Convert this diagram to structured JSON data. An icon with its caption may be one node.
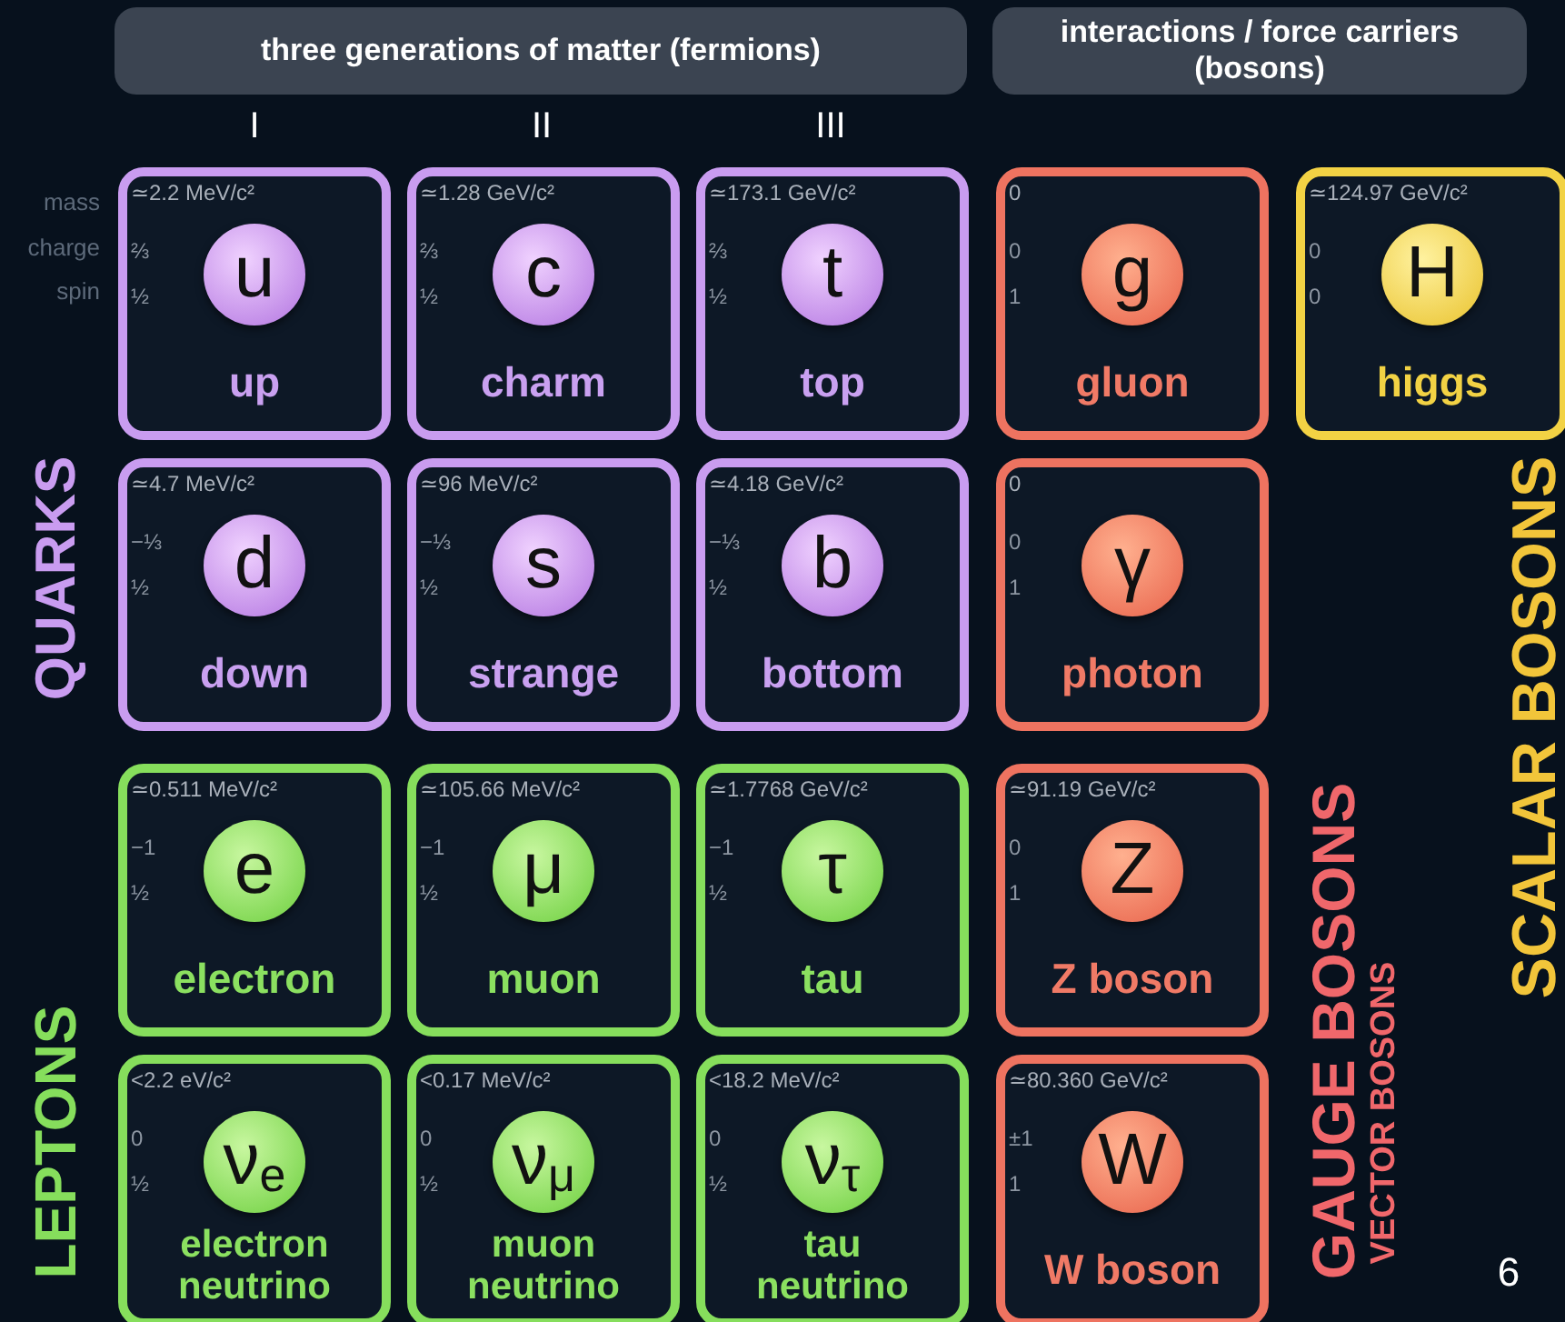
{
  "diagram": {
    "nodes": [
      {
        "text": [
          "three generations of matter (fermions)"
        ]
      },
      {
        "text": [
          "interactions / force carriers (bosons)"
        ]
      },
      {
        "text": [
          "≃2.2 MeV/c²",
          "⅔",
          "½",
          "u",
          "up"
        ]
      },
      {
        "text": [
          "≃1.28 GeV/c²",
          "⅔",
          "½",
          "c",
          "charm"
        ]
      },
      {
        "text": [
          "≃173.1 GeV/c²",
          "⅔",
          "½",
          "t",
          "top"
        ]
      },
      {
        "text": [
          "0",
          "0",
          "1",
          "g",
          "gluon"
        ]
      },
      {
        "text": [
          "≃124.97 GeV/c²",
          "0",
          "0",
          "H",
          "higgs"
        ]
      },
      {
        "text": [
          "≃4.7 MeV/c²",
          "−⅓",
          "½",
          "d",
          "down"
        ]
      },
      {
        "text": [
          "≃96 MeV/c²",
          "−⅓",
          "½",
          "s",
          "strange"
        ]
      },
      {
        "text": [
          "≃4.18 GeV/c²",
          "−⅓",
          "½",
          "b",
          "bottom"
        ]
      },
      {
        "text": [
          "0",
          "0",
          "1",
          "γ",
          "photon"
        ]
      },
      {
        "text": [
          "≃0.511 MeV/c²",
          "−1",
          "½",
          "e",
          "electron"
        ]
      },
      {
        "text": [
          "≃105.66 MeV/c²",
          "−1",
          "½",
          "μ",
          "muon"
        ]
      },
      {
        "text": [
          "≃1.7768 GeV/c²",
          "−1",
          "½",
          "τ",
          "tau"
        ]
      },
      {
        "text": [
          "≃91.19 GeV/c²",
          "0",
          "1",
          "Z",
          "Z boson"
        ]
      },
      {
        "text": [
          "<2.2 eV/c²",
          "0",
          "½",
          "ν$_{e}$",
          "electron neutrino"
        ]
      },
      {
        "text": [
          "<0.17 MeV/c²",
          "0",
          "½",
          "ν$_{μ}$",
          "muon neutrino"
        ]
      },
      {
        "text": [
          "<18.2 MeV/c²",
          "0",
          "½",
          "ν$_{τ}$",
          "tau neutrino"
        ]
      },
      {
        "text": [
          "≃80.360 GeV/c²",
          "±1",
          "1",
          "W",
          "W boson"
        ]
      }
    ],
    "labels": [
      "I",
      "II",
      "III",
      "mass",
      "charge",
      "spin",
      "QUARKS",
      "LEPTONS",
      "GAUGE BOSONS",
      "VECTOR BOSONS",
      "SCALAR BOSONS",
      "6"
    ]
  }
}
